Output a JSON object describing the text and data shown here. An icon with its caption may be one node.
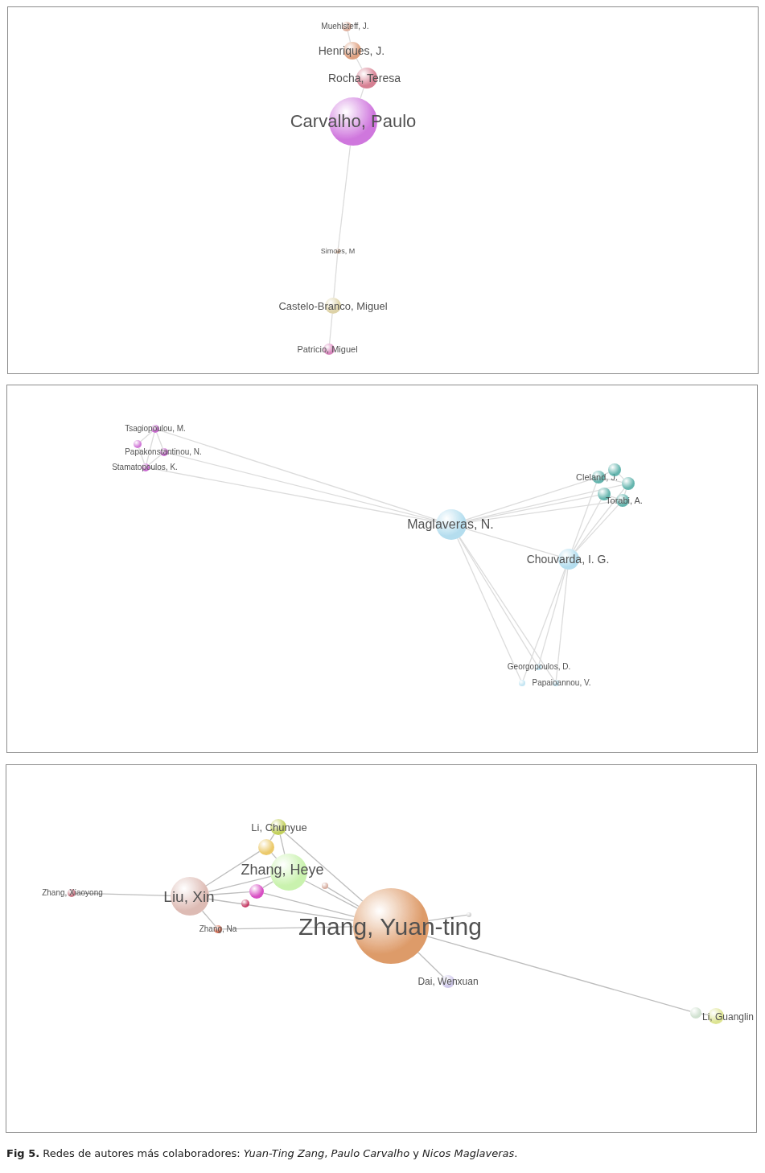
{
  "diagram": {
    "caption": "**Fig 5.** Redes de autores más colaboradores: *Yuan-Ting Zang*, *Paulo Carvalho* y *Nicos Maglaveras*.",
    "nodes": [
      {
        "text": [],
        "shape": "box"
      },
      {
        "text": [
          "Muehlsteff, J."
        ],
        "in": 0
      },
      {
        "text": [
          "Henriques, J."
        ],
        "in": 0
      },
      {
        "text": [
          "Rocha, Teresa"
        ],
        "in": 0
      },
      {
        "text": [
          "Carvalho, Paulo"
        ],
        "in": 0
      },
      {
        "text": [
          "Simoes, M"
        ],
        "in": 0
      },
      {
        "text": [
          "Castelo-Branco, Miguel"
        ],
        "in": 0
      },
      {
        "text": [
          "Patricio, Miguel"
        ],
        "in": 0
      },
      {
        "text": [],
        "shape": "box"
      },
      {
        "text": [
          "Tsagiopoulou, M."
        ],
        "in": 8
      },
      {
        "text": [],
        "shape": "circle",
        "in": 8
      },
      {
        "text": [
          "Papakonstantinou, N."
        ],
        "in": 8
      },
      {
        "text": [
          "Stamatopoulos, K."
        ],
        "in": 8
      },
      {
        "text": [
          "Maglaveras, N."
        ],
        "in": 8
      },
      {
        "text": [
          "Cleland, J."
        ],
        "in": 8
      },
      {
        "text": [],
        "shape": "circle",
        "in": 8
      },
      {
        "text": [],
        "shape": "circle",
        "in": 8
      },
      {
        "text": [],
        "shape": "circle",
        "in": 8
      },
      {
        "text": [
          "Torabi, A."
        ],
        "in": 8
      },
      {
        "text": [
          "Chouvarda, I. G."
        ],
        "in": 8
      },
      {
        "text": [
          "Georgopoulos, D."
        ],
        "in": 8
      },
      {
        "text": [],
        "shape": "circle",
        "in": 8
      },
      {
        "text": [
          "Papaioannou, V."
        ],
        "in": 8
      },
      {
        "text": [],
        "shape": "box"
      },
      {
        "text": [
          "Li, Chunyue"
        ],
        "in": 23
      },
      {
        "text": [],
        "shape": "circle",
        "in": 23
      },
      {
        "text": [
          "Zhang, Heye"
        ],
        "in": 23
      },
      {
        "text": [],
        "shape": "circle",
        "in": 23
      },
      {
        "text": [],
        "shape": "circle",
        "in": 23
      },
      {
        "text": [],
        "shape": "circle",
        "in": 23
      },
      {
        "text": [
          "Zhang, Xiaoyong"
        ],
        "in": 23
      },
      {
        "text": [
          "Liu, Xin"
        ],
        "in": 23
      },
      {
        "text": [
          "Zhang, Na"
        ],
        "in": 23
      },
      {
        "text": [
          "Zhang, Yuan-ting"
        ],
        "in": 23
      },
      {
        "text": [],
        "shape": "circle",
        "in": 23
      },
      {
        "text": [
          "Dai, Wenxuan"
        ],
        "in": 23
      },
      {
        "text": [],
        "shape": "circle",
        "in": 23
      },
      {
        "text": [
          "Li, Guanglin"
        ],
        "in": 23
      }
    ],
    "edges": [
      {
        "from": 1,
        "to": 2,
        "arrow": "none"
      },
      {
        "from": 2,
        "to": 3,
        "arrow": "none"
      },
      {
        "from": 3,
        "to": 4,
        "arrow": "none"
      },
      {
        "from": 4,
        "to": 5,
        "arrow": "none"
      },
      {
        "from": 5,
        "to": 6,
        "arrow": "none"
      },
      {
        "from": 6,
        "to": 7,
        "arrow": "none"
      },
      {
        "from": 9,
        "to": 10,
        "arrow": "none"
      },
      {
        "from": 9,
        "to": 11,
        "arrow": "none"
      },
      {
        "from": 9,
        "to": 12,
        "arrow": "none"
      },
      {
        "from": 10,
        "to": 12,
        "arrow": "none"
      },
      {
        "from": 11,
        "to": 12,
        "arrow": "none"
      },
      {
        "from": 9,
        "to": 13,
        "arrow": "none"
      },
      {
        "from": 11,
        "to": 13,
        "arrow": "none"
      },
      {
        "from": 12,
        "to": 13,
        "arrow": "none"
      },
      {
        "from": 13,
        "to": 14,
        "arrow": "none"
      },
      {
        "from": 13,
        "to": 16,
        "arrow": "none"
      },
      {
        "from": 13,
        "to": 17,
        "arrow": "none"
      },
      {
        "from": 13,
        "to": 18,
        "arrow": "none"
      },
      {
        "from": 13,
        "to": 19,
        "arrow": "none"
      },
      {
        "from": 14,
        "to": 15,
        "arrow": "none"
      },
      {
        "from": 14,
        "to": 16,
        "arrow": "none"
      },
      {
        "from": 15,
        "to": 16,
        "arrow": "none"
      },
      {
        "from": 17,
        "to": 18,
        "arrow": "none"
      },
      {
        "from": 16,
        "to": 18,
        "arrow": "none"
      },
      {
        "from": 19,
        "to": 14,
        "arrow": "none"
      },
      {
        "from": 19,
        "to": 17,
        "arrow": "none"
      },
      {
        "from": 19,
        "to": 18,
        "arrow": "none"
      },
      {
        "from": 19,
        "to": 16,
        "arrow": "none"
      },
      {
        "from": 13,
        "to": 20,
        "arrow": "none"
      },
      {
        "from": 13,
        "to": 21,
        "arrow": "none"
      },
      {
        "from": 13,
        "to": 22,
        "arrow": "none"
      },
      {
        "from": 19,
        "to": 20,
        "arrow": "none"
      },
      {
        "from": 19,
        "to": 21,
        "arrow": "none"
      },
      {
        "from": 19,
        "to": 22,
        "arrow": "none"
      },
      {
        "from": 24,
        "to": 25,
        "arrow": "none"
      },
      {
        "from": 24,
        "to": 26,
        "arrow": "none"
      },
      {
        "from": 25,
        "to": 26,
        "arrow": "none"
      },
      {
        "from": 26,
        "to": 27,
        "arrow": "none"
      },
      {
        "from": 31,
        "to": 30,
        "arrow": "none"
      },
      {
        "from": 31,
        "to": 25,
        "arrow": "none"
      },
      {
        "from": 31,
        "to": 26,
        "arrow": "none"
      },
      {
        "from": 31,
        "to": 27,
        "arrow": "none"
      },
      {
        "from": 31,
        "to": 32,
        "arrow": "none"
      },
      {
        "from": 31,
        "to": 33,
        "arrow": "none"
      },
      {
        "from": 32,
        "to": 33,
        "arrow": "none"
      },
      {
        "from": 33,
        "to": 24,
        "arrow": "none"
      },
      {
        "from": 33,
        "to": 26,
        "arrow": "none"
      },
      {
        "from": 33,
        "to": 27,
        "arrow": "none"
      },
      {
        "from": 33,
        "to": 29,
        "arrow": "none"
      },
      {
        "from": 33,
        "to": 34,
        "arrow": "none"
      },
      {
        "from": 33,
        "to": 35,
        "arrow": "none"
      },
      {
        "from": 33,
        "to": 36,
        "arrow": "none"
      },
      {
        "from": 36,
        "to": 37,
        "arrow": "none"
      }
    ]
  }
}
